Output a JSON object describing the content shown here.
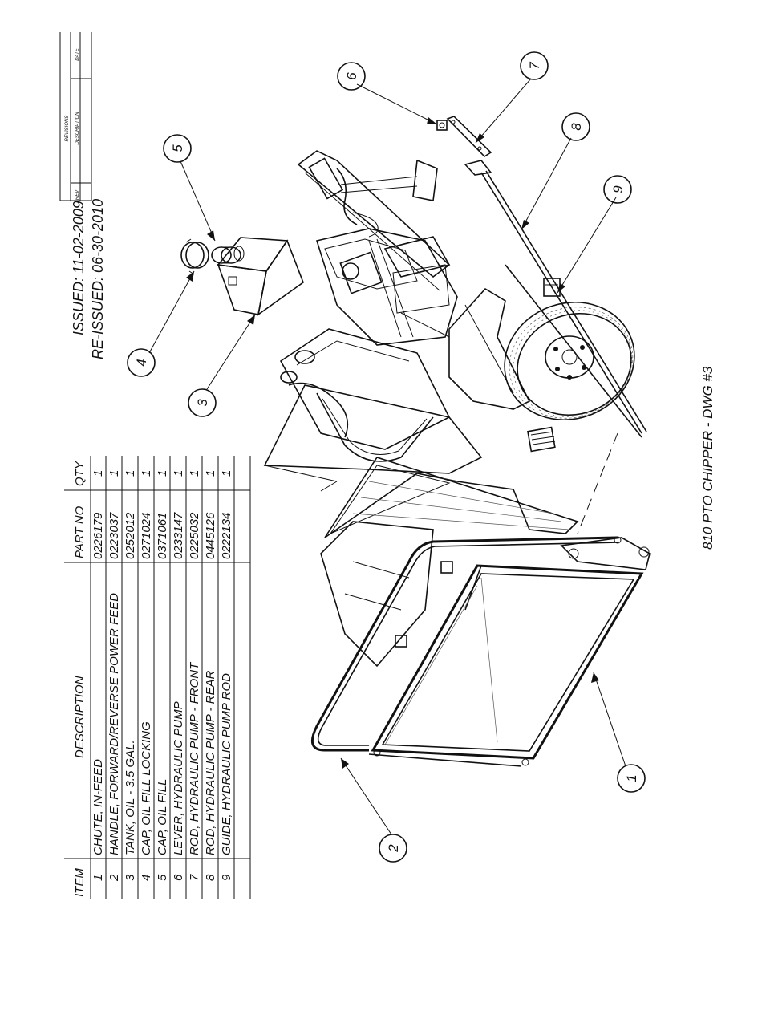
{
  "drawing": {
    "title": "810 PTO CHIPPER - DWG #3",
    "issued": "ISSUED: 11-02-2009",
    "reissued": "RE-ISSUED: 06-30-2010"
  },
  "revisions_block": {
    "title": "REVISIONS",
    "rev_label": "REV",
    "description_label": "DESCRIPTION",
    "date_label": "DATE"
  },
  "parts_table": {
    "headers": {
      "item": "ITEM",
      "description": "DESCRIPTION",
      "part_no": "PART NO",
      "qty": "QTY"
    },
    "rows": [
      {
        "item": "1",
        "description": "CHUTE, IN-FEED",
        "part_no": "0226179",
        "qty": "1"
      },
      {
        "item": "2",
        "description": "HANDLE, FORWARD/REVERSE POWER FEED",
        "part_no": "0223037",
        "qty": "1"
      },
      {
        "item": "3",
        "description": "TANK, OIL - 3.5 GAL.",
        "part_no": "0252012",
        "qty": "1"
      },
      {
        "item": "4",
        "description": "CAP, OIL FILL LOCKING",
        "part_no": "0271024",
        "qty": "1"
      },
      {
        "item": "5",
        "description": "CAP, OIL FILL",
        "part_no": "0371061",
        "qty": "1"
      },
      {
        "item": "6",
        "description": "LEVER, HYDRAULIC PUMP",
        "part_no": "0233147",
        "qty": "1"
      },
      {
        "item": "7",
        "description": "ROD, HYDRAULIC PUMP - FRONT",
        "part_no": "0225032",
        "qty": "1"
      },
      {
        "item": "8",
        "description": "ROD, HYDRAULIC PUMP - REAR",
        "part_no": "0445126",
        "qty": "1"
      },
      {
        "item": "9",
        "description": "GUIDE, HYDRAULIC PUMP ROD",
        "part_no": "0222134",
        "qty": "1"
      }
    ]
  },
  "callouts": [
    "1",
    "2",
    "3",
    "4",
    "5",
    "6",
    "7",
    "8",
    "9"
  ]
}
